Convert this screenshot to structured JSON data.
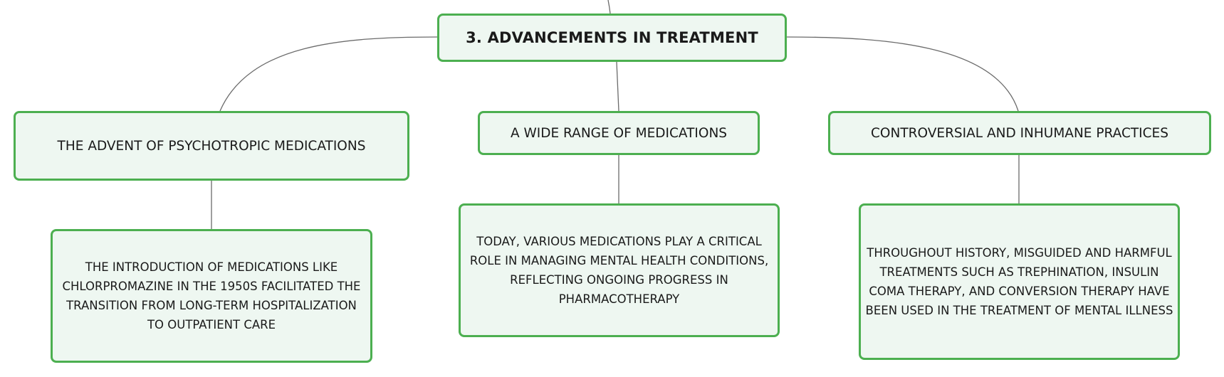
{
  "root": {
    "label": "3. ADVANCEMENTS IN TREATMENT"
  },
  "branches": [
    {
      "label": "THE ADVENT OF PSYCHOTROPIC MEDICATIONS",
      "detail": "THE INTRODUCTION OF MEDICATIONS LIKE CHLORPROMAZINE IN THE 1950S FACILITATED THE TRANSITION FROM LONG-TERM HOSPITALIZATION TO OUTPATIENT CARE"
    },
    {
      "label": "A WIDE RANGE OF MEDICATIONS",
      "detail": "TODAY, VARIOUS MEDICATIONS PLAY A CRITICAL ROLE IN MANAGING MENTAL HEALTH CONDITIONS, REFLECTING ONGOING PROGRESS IN PHARMACOTHERAPY"
    },
    {
      "label": "CONTROVERSIAL AND INHUMANE PRACTICES",
      "detail": "THROUGHOUT HISTORY, MISGUIDED AND HARMFUL TREATMENTS SUCH AS TREPHINATION, INSULIN COMA THERAPY, AND CONVERSION THERAPY HAVE BEEN USED IN THE TREATMENT OF MENTAL ILLNESS"
    }
  ],
  "colors": {
    "node_fill": "#eef7f1",
    "node_border": "#4caf50",
    "connector": "#6b6b6b"
  }
}
